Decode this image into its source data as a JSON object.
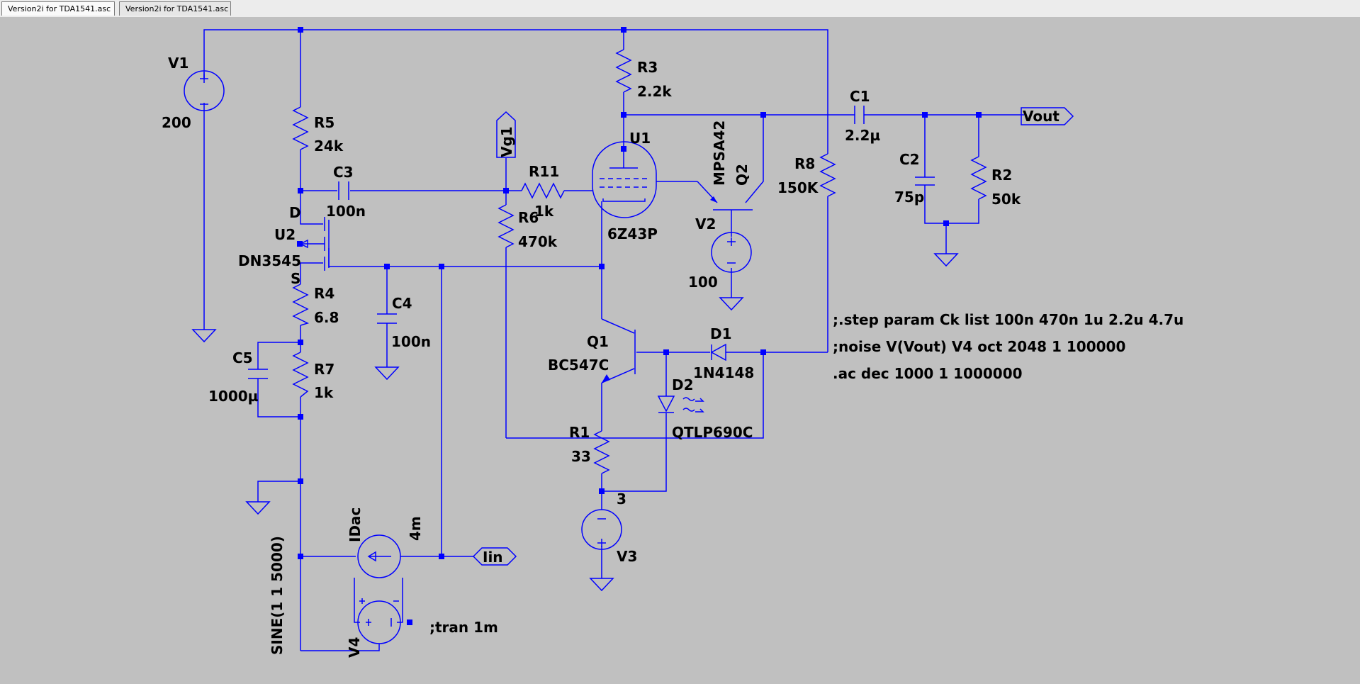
{
  "tabs": [
    {
      "label": "Version2i for TDA1541.asc",
      "active": true
    },
    {
      "label": "Version2i for TDA1541.asc",
      "active": false
    }
  ],
  "colors": {
    "wire": "#0000ff",
    "background": "#c0c0c0",
    "text": "#000000"
  },
  "components": {
    "V1": {
      "name": "V1",
      "value": "200"
    },
    "R5": {
      "name": "R5",
      "value": "24k"
    },
    "C3": {
      "name": "C3",
      "value": "100n"
    },
    "U2": {
      "name": "U2",
      "value": "DN3545",
      "drain": "D",
      "source": "S"
    },
    "R4": {
      "name": "R4",
      "value": "6.8"
    },
    "C4": {
      "name": "C4",
      "value": "100n"
    },
    "C5": {
      "name": "C5",
      "value": "1000µ"
    },
    "R7": {
      "name": "R7",
      "value": "1k"
    },
    "R3": {
      "name": "R3",
      "value": "2.2k"
    },
    "U1": {
      "name": "U1",
      "value": "6Z43P"
    },
    "R11": {
      "name": "R11",
      "value": "1k"
    },
    "R6": {
      "name": "R6",
      "value": "470k"
    },
    "Q2": {
      "name": "Q2",
      "value": "MPSA42"
    },
    "V2": {
      "name": "V2",
      "value": "100"
    },
    "R8": {
      "name": "R8",
      "value": "150K"
    },
    "C1": {
      "name": "C1",
      "value": "2.2µ"
    },
    "C2": {
      "name": "C2",
      "value": "75p"
    },
    "R2": {
      "name": "R2",
      "value": "50k"
    },
    "Q1": {
      "name": "Q1",
      "value": "BC547C"
    },
    "D1": {
      "name": "D1",
      "value": "1N4148"
    },
    "D2": {
      "name": "D2",
      "value": "QTLP690C"
    },
    "R1": {
      "name": "R1",
      "value": "33"
    },
    "V3": {
      "name": "V3",
      "value": "3"
    },
    "IDac": {
      "name": "IDac",
      "value": "4m"
    },
    "V4": {
      "name": "V4",
      "value": "SINE(1 1 5000)"
    }
  },
  "net_labels": {
    "vout": "Vout",
    "vg1": "Vg1",
    "iin": "Iin"
  },
  "directives": {
    "step": ";.step param Ck list 100n 470n 1u 2.2u 4.7u",
    "noise": ";noise V(Vout) V4 oct 2048 1 100000",
    "ac": ".ac dec 1000 1 1000000",
    "tran": ";tran 1m"
  }
}
